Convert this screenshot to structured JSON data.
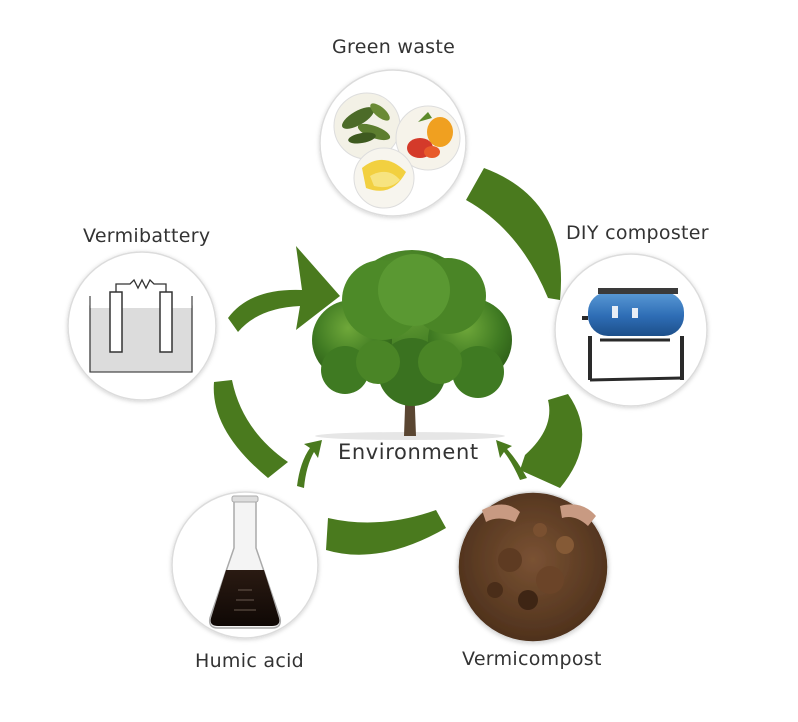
{
  "diagram": {
    "center": {
      "label": "Environment",
      "icon": "tree-icon"
    },
    "nodes": [
      {
        "id": "green-waste",
        "label": "Green waste",
        "icon": "green-waste-icon"
      },
      {
        "id": "diy-composter",
        "label": "DIY composter",
        "icon": "composter-drum-icon"
      },
      {
        "id": "vermicompost",
        "label": "Vermicompost",
        "icon": "soil-icon"
      },
      {
        "id": "humic-acid",
        "label": "Humic acid",
        "icon": "flask-icon"
      },
      {
        "id": "vermibattery",
        "label": "Vermibattery",
        "icon": "battery-cell-icon"
      }
    ],
    "colors": {
      "arrow": "#4a7a1e",
      "circle_border": "#d9d9d9",
      "text": "#333333"
    }
  }
}
